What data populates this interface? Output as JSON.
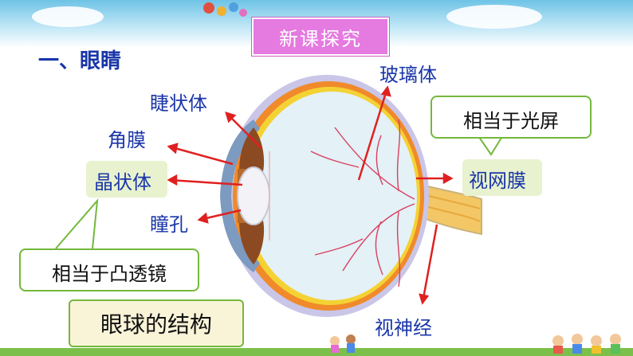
{
  "header": {
    "title": "新课探究"
  },
  "section_heading": "一、眼睛",
  "labels": {
    "ciliary_body": "睫状体",
    "cornea": "角膜",
    "lens": "晶状体",
    "pupil": "瞳孔",
    "vitreous": "玻璃体",
    "retina": "视网膜",
    "optic_nerve": "视神经"
  },
  "callouts": {
    "retina_note": "相当于光屏",
    "lens_note": "相当于凸透镜"
  },
  "caption": "眼球的结构",
  "colors": {
    "label_blue": "#1a36a8",
    "arrow_red": "#e02020",
    "callout_green": "#74b83c",
    "title_pink": "#e57ae0"
  }
}
